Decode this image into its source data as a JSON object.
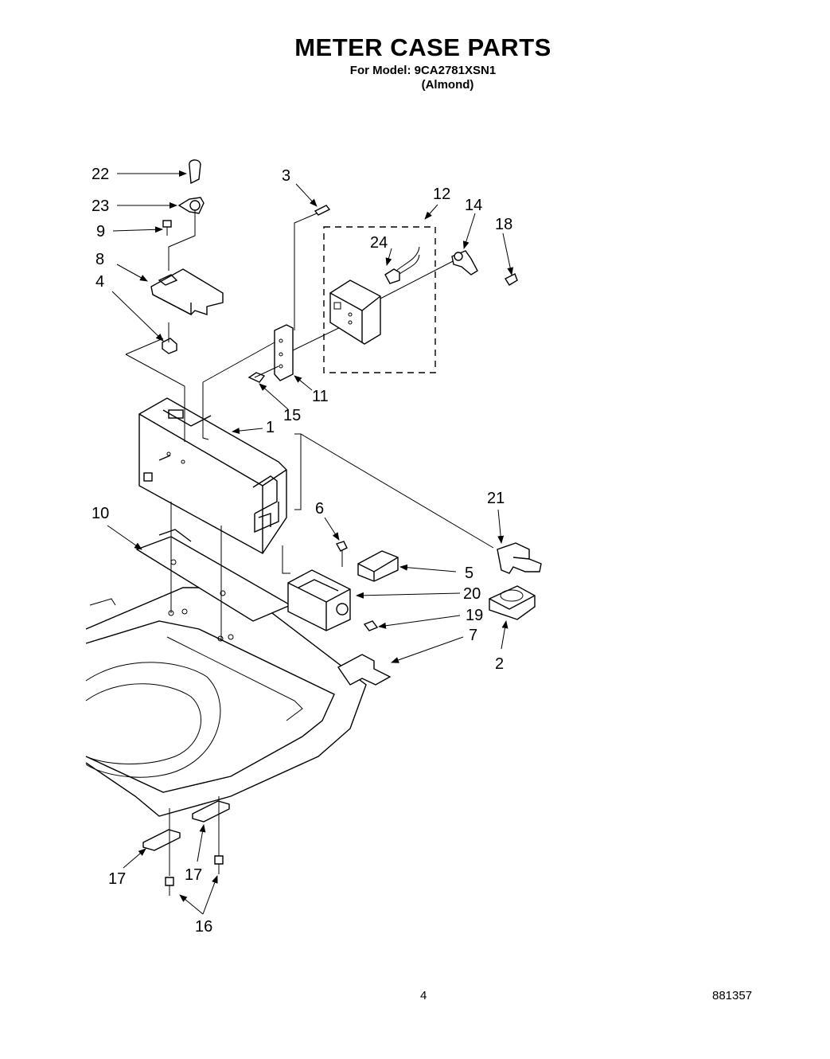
{
  "title": "METER CASE PARTS",
  "model_line": "For Model: 9CA2781XSN1",
  "color_line": "(Almond)",
  "page_number": "4",
  "doc_number": "881357",
  "callouts": {
    "c1": "1",
    "c2": "2",
    "c3": "3",
    "c4": "4",
    "c5": "5",
    "c6": "6",
    "c7": "7",
    "c8": "8",
    "c9": "9",
    "c10": "10",
    "c11": "11",
    "c12": "12",
    "c14": "14",
    "c15": "15",
    "c16": "16",
    "c17a": "17",
    "c17b": "17",
    "c18": "18",
    "c19": "19",
    "c20": "20",
    "c21": "21",
    "c22": "22",
    "c23": "23",
    "c24": "24"
  }
}
